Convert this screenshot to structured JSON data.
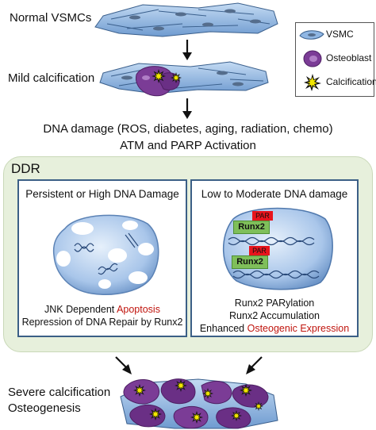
{
  "labels": {
    "normal_vsmcs": "Normal VSMCs",
    "mild_calcification": "Mild calcification",
    "dna_damage": "DNA damage (ROS, diabetes, aging, radiation, chemo)",
    "atm_parp": "ATM and PARP Activation",
    "ddr": "DDR",
    "severe_calcification": "Severe calcification",
    "osteogenesis": "Osteogenesis"
  },
  "legend": {
    "vsmc": "VSMC",
    "osteoblast": "Osteoblast",
    "calcification": "Calcification"
  },
  "left_box": {
    "title": "Persistent or High DNA Damage",
    "line1_prefix": "JNK Dependent ",
    "line1_highlight": "Apoptosis",
    "line2": "Repression of DNA Repair by Runx2"
  },
  "right_box": {
    "title": "Low to Moderate DNA damage",
    "par_label": "PAR",
    "runx2_label": "Runx2",
    "line1": "Runx2 PARylation",
    "line2": "Runx2 Accumulation",
    "line3_prefix": "Enhanced ",
    "line3_highlight": "Osteogenic Expression"
  },
  "colors": {
    "vsmc_fill": "#8fb6e3",
    "vsmc_stroke": "#3a5f8c",
    "osteoblast_fill": "#7b3c96",
    "calcification_fill": "#f2e600",
    "ddr_panel": "#e7f0dc",
    "box_border": "#3b5f86",
    "nucleus_fill": "#a9c6ea",
    "par_fill": "#e8141c",
    "runx2_fill": "#7fbf5a",
    "highlight_text": "#c0150e"
  }
}
